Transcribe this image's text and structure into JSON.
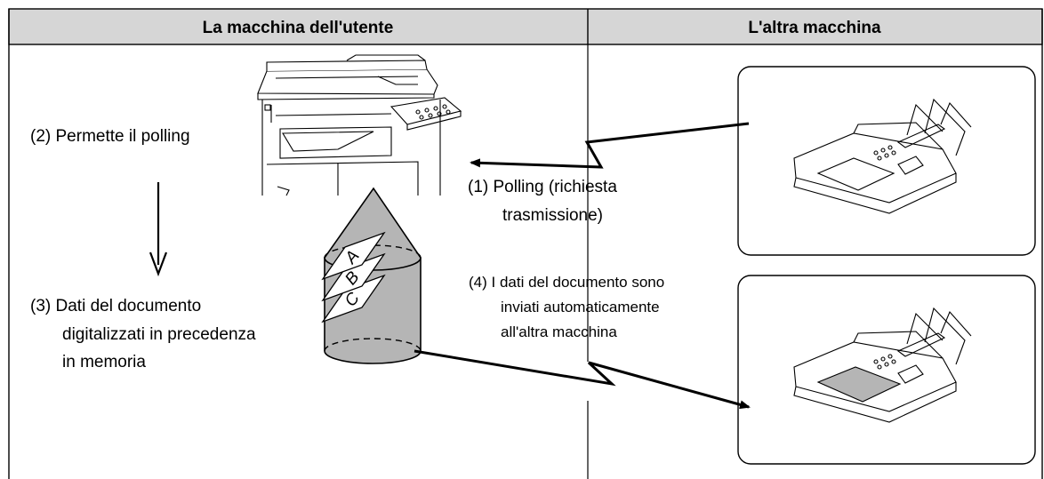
{
  "header": {
    "left_title": "La macchina dell'utente",
    "right_title": "L'altra macchina"
  },
  "steps": {
    "step1_line1": "(1) Polling (richiesta",
    "step1_line2": "trasmissione)",
    "step2": "(2) Permette il polling",
    "step3_line1": "(3) Dati del documento",
    "step3_line2": "digitalizzati in precedenza",
    "step3_line3": "in memoria",
    "step4_line1": "(4)  I dati del documento sono",
    "step4_line2": "inviati automaticamente",
    "step4_line3": "all'altra macchina"
  },
  "memory_pages": [
    "A",
    "B",
    "C"
  ],
  "icons": {
    "multifunction_printer": "printer-icon",
    "fax_sender": "fax-icon",
    "fax_receiver": "fax-icon",
    "memory": "memory-cylinder-icon"
  }
}
